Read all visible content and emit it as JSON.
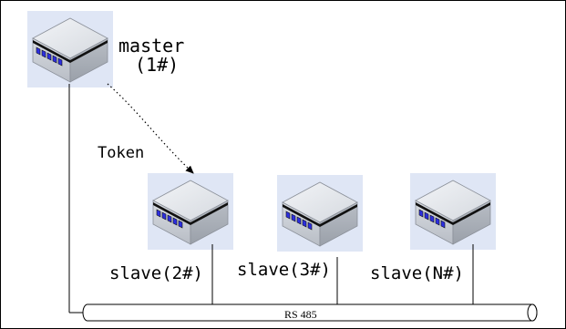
{
  "diagram": {
    "master": {
      "name": "master",
      "id": "(1#)"
    },
    "token_label": "Token",
    "slaves": [
      {
        "label": "slave(2#)"
      },
      {
        "label": "slave(3#)"
      },
      {
        "label": "slave(N#)"
      }
    ],
    "bus_label": "RS 485"
  },
  "colors": {
    "device_shadow": "#dfe6f5",
    "device_top": "#e6e9ee",
    "device_front": "#c7ccd3",
    "device_side": "#a9aeb7",
    "port_blue": "#2d2fe0",
    "line": "#000000"
  }
}
